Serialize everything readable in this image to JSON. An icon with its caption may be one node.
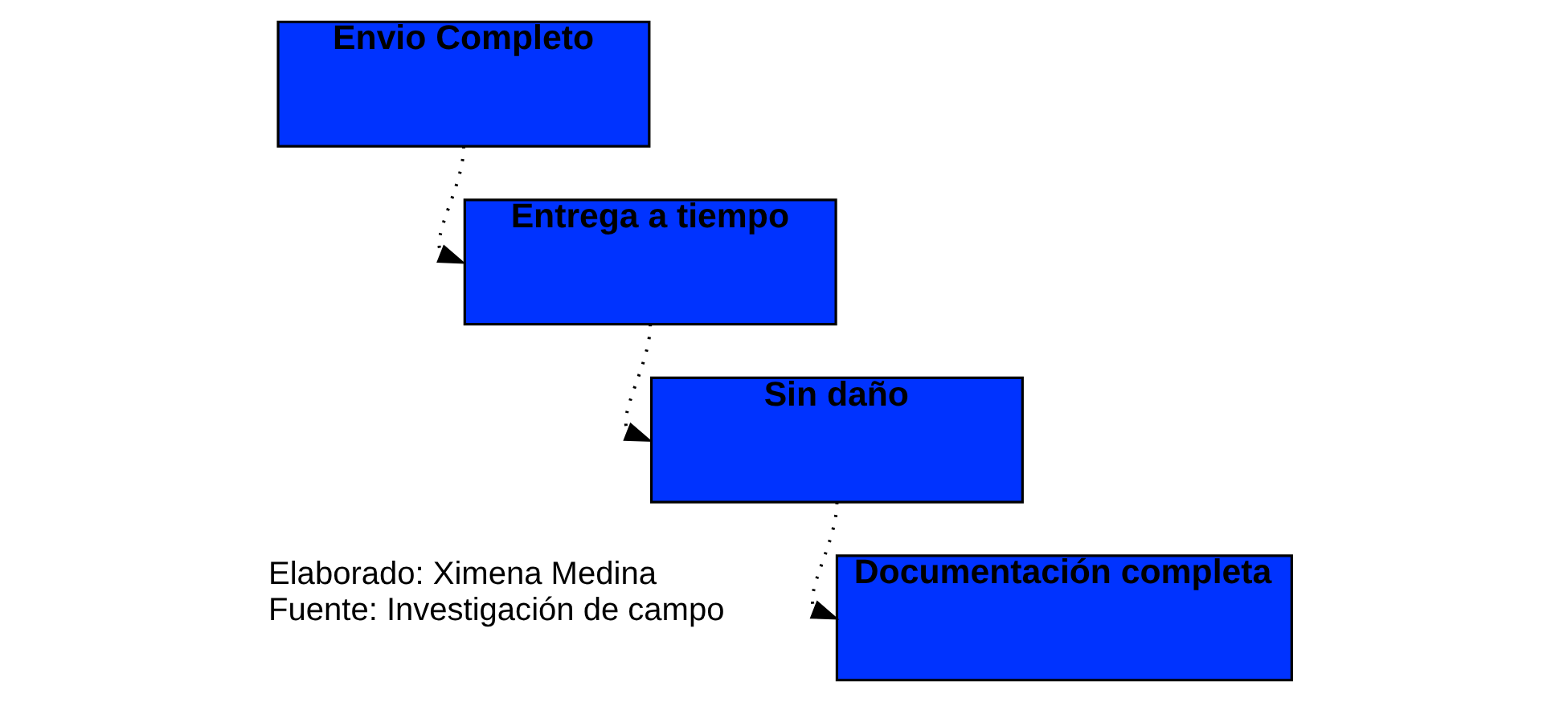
{
  "diagram": {
    "nodes": [
      {
        "text": [
          "Envio Completo"
        ]
      },
      {
        "text": [
          "Entrega a tiempo"
        ]
      },
      {
        "text": [
          "Sin daño"
        ]
      },
      {
        "text": [
          "Documentación completa"
        ]
      }
    ],
    "edges": [
      {
        "from": 0,
        "to": 1,
        "arrow": "to",
        "style": "dashed"
      },
      {
        "from": 1,
        "to": 2,
        "arrow": "to",
        "style": "dashed"
      },
      {
        "from": 2,
        "to": 3,
        "arrow": "to",
        "style": "dashed"
      }
    ],
    "labels": [
      "Elaborado: Ximena Medina",
      "Fuente: Investigación de campo"
    ]
  }
}
